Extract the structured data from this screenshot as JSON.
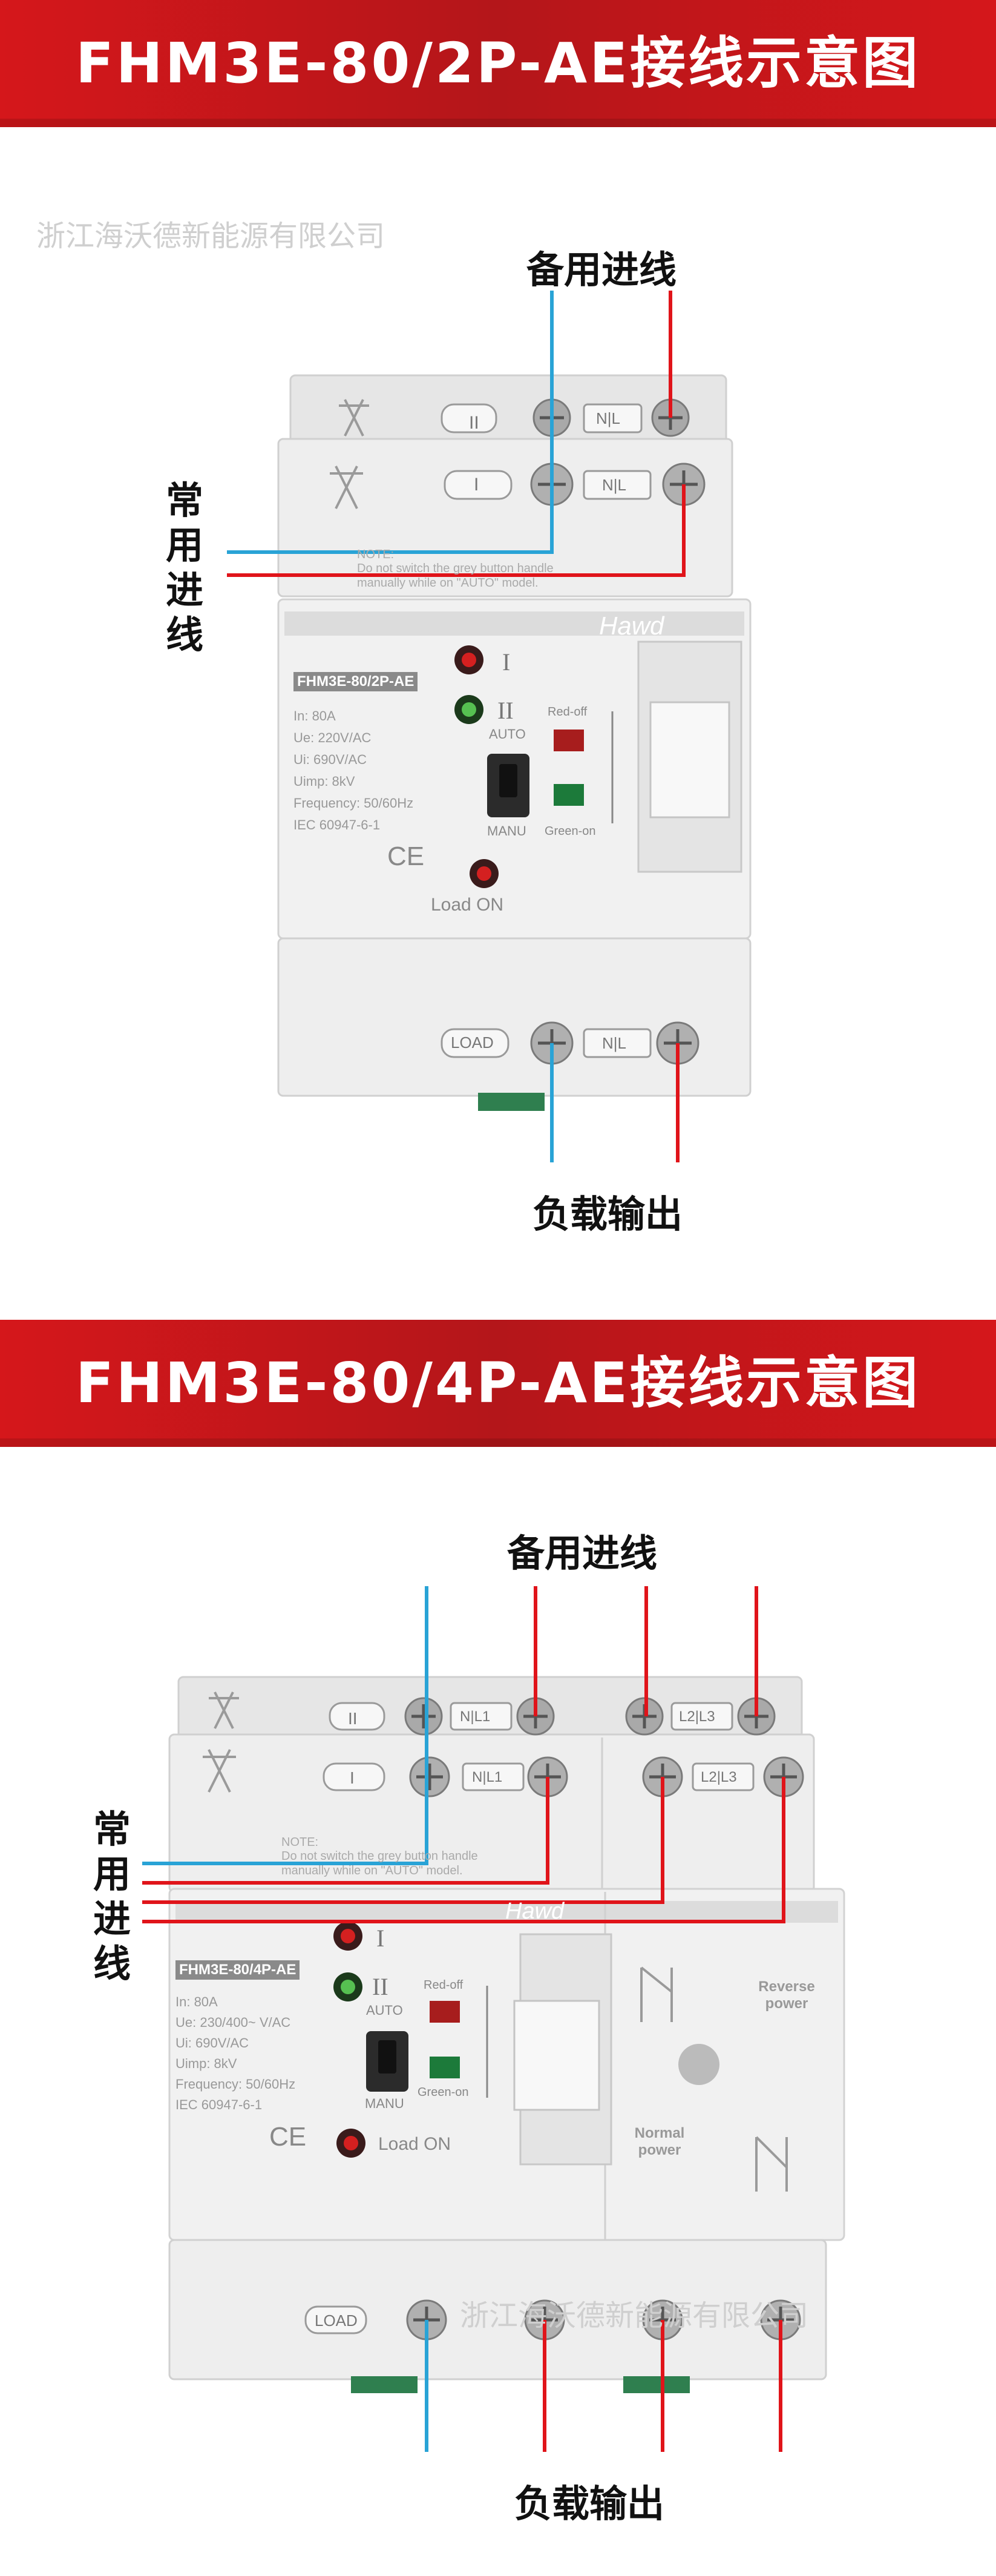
{
  "section1": {
    "title": "FHM3E-80/2P-AE接线示意图",
    "watermark": "浙江海沃德新能源有限公司",
    "label_backup": "备用进线",
    "label_normal": [
      "常",
      "用",
      "进",
      "线"
    ],
    "label_load": "负载输出",
    "device": {
      "model": "FHM3E-80/2P-AE",
      "brand": "Hawd",
      "specs": [
        "In: 80A",
        "Ue: 220V/AC",
        "Ui: 690V/AC",
        "Uimp: 8kV",
        "Frequency: 50/60Hz",
        "IEC 60947-6-1"
      ],
      "terminal_top": "N|L",
      "terminal_mid": "N|L",
      "terminal_bottom": "N|L",
      "pos_top": "II",
      "pos_mid": "I",
      "load_tag": "LOAD",
      "note_title": "NOTE:",
      "note_text1": "Do not switch the grey button handle",
      "note_text2": "manually while on \"AUTO\" model.",
      "auto": "AUTO",
      "manu": "MANU",
      "red_off": "Red-off",
      "green_on": "Green-on",
      "load_on": "Load ON",
      "ind_1": "I",
      "ind_2": "II",
      "ce": "CE"
    }
  },
  "section2": {
    "title": "FHM3E-80/4P-AE接线示意图",
    "watermark": "浙江海沃德新能源有限公司",
    "label_backup": "备用进线",
    "label_normal": [
      "常",
      "用",
      "进",
      "线"
    ],
    "label_load": "负载输出",
    "device": {
      "model": "FHM3E-80/4P-AE",
      "brand": "Hawd",
      "specs": [
        "In: 80A",
        "Ue: 230/400~ V/AC",
        "Ui: 690V/AC",
        "Uimp: 8kV",
        "Frequency: 50/60Hz",
        "IEC 60947-6-1"
      ],
      "terminal_top_a": "N|L1",
      "terminal_top_b": "L2|L3",
      "terminal_mid_a": "N|L1",
      "terminal_mid_b": "L2|L3",
      "pos_top": "II",
      "pos_mid": "I",
      "load_tag": "LOAD",
      "note_title": "NOTE:",
      "note_text1": "Do not switch the grey button handle",
      "note_text2": "manually while on \"AUTO\" model.",
      "auto": "AUTO",
      "manu": "MANU",
      "red_off": "Red-off",
      "green_on": "Green-on",
      "load_on": "Load ON",
      "reverse_power": "Reverse power",
      "normal_power": "Normal power",
      "ind_1": "I",
      "ind_2": "II",
      "ce": "CE"
    }
  },
  "colors": {
    "banner": "#c8171b",
    "blue_wire": "#29a3d6",
    "red_wire": "#e0141a",
    "device": "#ececec"
  }
}
